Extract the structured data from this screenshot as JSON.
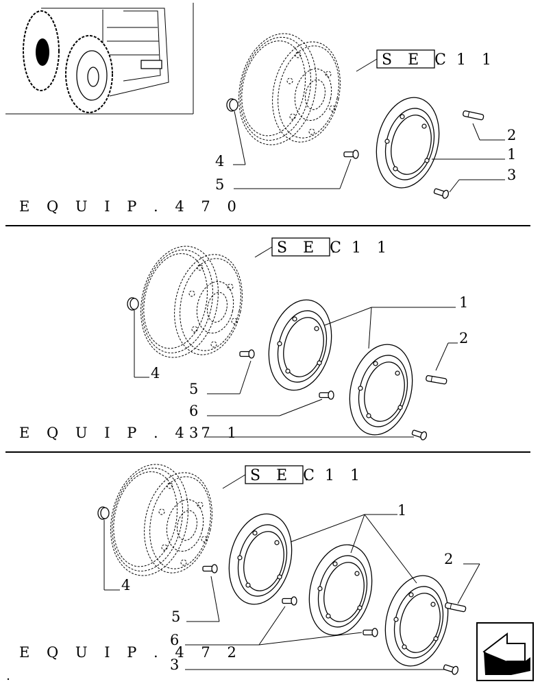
{
  "sections": [
    {
      "id": "equip-470",
      "equip_label": "E Q U I P . 4 7 0",
      "sec_box": "S E C",
      "sec_suffix": ". 1 1",
      "callouts": [
        "4",
        "5",
        "2",
        "1",
        "3"
      ]
    },
    {
      "id": "equip-471",
      "equip_label": "E Q U I P . 4 7 1",
      "sec_box": "S E C",
      "sec_suffix": ". 1 1",
      "callouts": [
        "1",
        "2",
        "4",
        "5",
        "6",
        "3"
      ]
    },
    {
      "id": "equip-472",
      "equip_label": "E Q U I P . 4 7 2",
      "sec_box": "S E C",
      "sec_suffix": ". 1 1",
      "callouts": [
        "1",
        "2",
        "4",
        "5",
        "6",
        "3"
      ]
    }
  ],
  "icons": {
    "thumbnail": "tractor-wheel-thumbnail",
    "nav": "next-page-arrow-icon"
  }
}
